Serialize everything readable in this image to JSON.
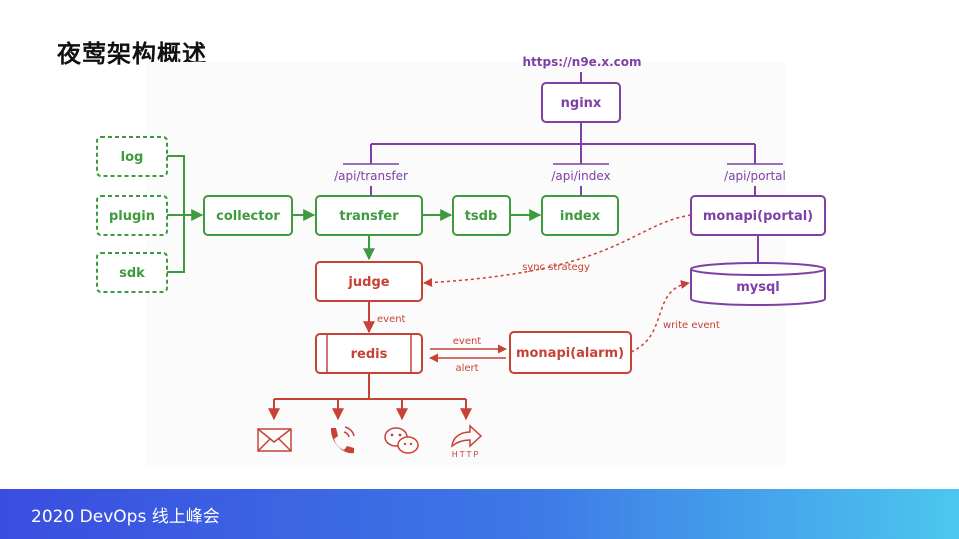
{
  "slide": {
    "title": "夜莺架构概述",
    "footer": "2020 DevOps 线上峰会"
  },
  "colors": {
    "green": "#3e9a3e",
    "purple": "#7e3fa6",
    "red": "#c74236"
  },
  "nodes": {
    "url": "https://n9e.x.com",
    "nginx": "nginx",
    "log": "log",
    "plugin": "plugin",
    "sdk": "sdk",
    "collector": "collector",
    "transfer": "transfer",
    "tsdb": "tsdb",
    "index": "index",
    "monapi_portal": "monapi(portal)",
    "mysql": "mysql",
    "judge": "judge",
    "redis": "redis",
    "monapi_alarm": "monapi(alarm)"
  },
  "routes": {
    "api_transfer": "/api/transfer",
    "api_index": "/api/index",
    "api_portal": "/api/portal"
  },
  "edges": {
    "sync_strategy": "sync strategy",
    "event_judge_redis": "event",
    "event_redis_alarm": "event",
    "alert": "alert",
    "write_event": "write event"
  },
  "channels": {
    "http_label": "HTTP",
    "icons": [
      "mail-icon",
      "phone-icon",
      "wechat-icon",
      "http-icon"
    ]
  }
}
